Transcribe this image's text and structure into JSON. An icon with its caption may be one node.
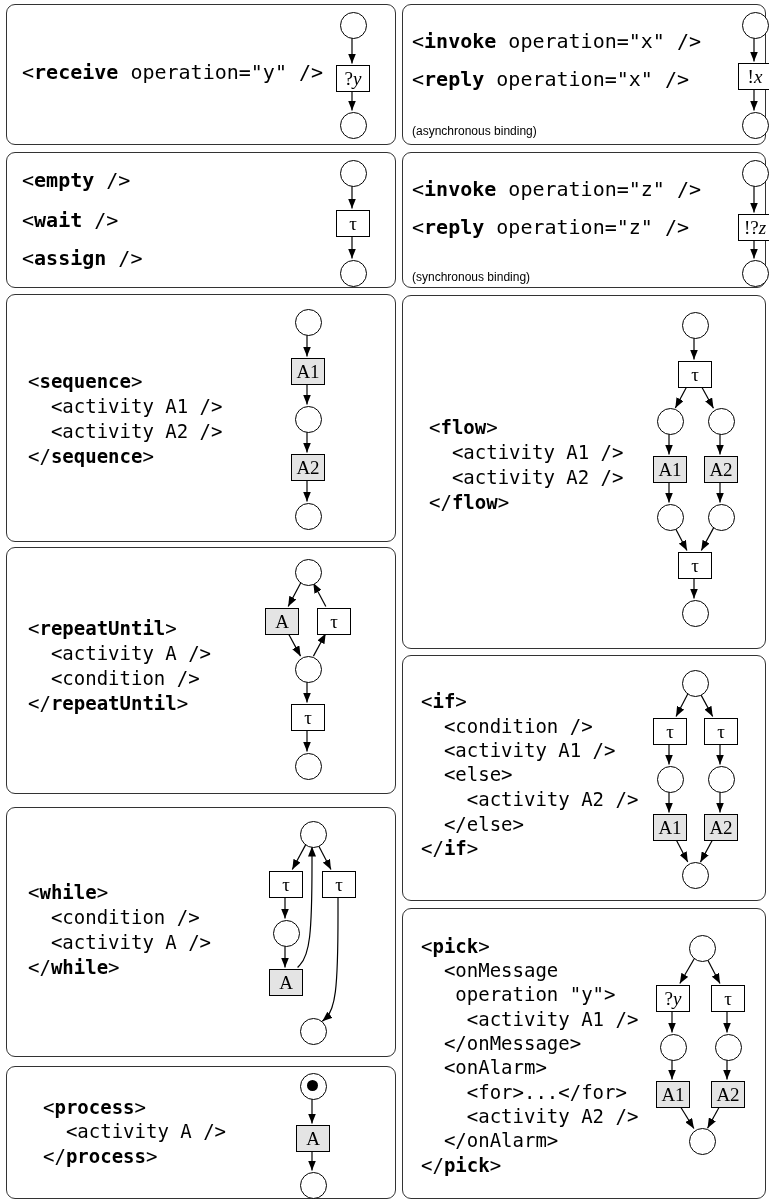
{
  "diagram": {
    "nodes": [
      {
        "text": [
          "<**receive** operation=\"y\" />"
        ]
      },
      {
        "text": [],
        "shape": "circle",
        "in": 0
      },
      {
        "text": [
          "?*y*"
        ],
        "in": 0
      },
      {
        "text": [],
        "shape": "circle",
        "in": 0
      },
      {
        "text": [
          "<**invoke** operation=\"x\" />",
          "<**reply** operation=\"x\" />",
          "(asynchronous binding)"
        ]
      },
      {
        "text": [],
        "shape": "circle",
        "in": 4
      },
      {
        "text": [
          "!*x*"
        ],
        "in": 4
      },
      {
        "text": [],
        "shape": "circle",
        "in": 4
      },
      {
        "text": [
          "<**empty** />",
          "<**wait** />",
          "<**assign** />"
        ]
      },
      {
        "text": [],
        "shape": "circle",
        "in": 8
      },
      {
        "text": [
          "τ"
        ],
        "in": 8
      },
      {
        "text": [],
        "shape": "circle",
        "in": 8
      },
      {
        "text": [
          "<**invoke** operation=\"z\" />",
          "<**reply** operation=\"z\" />",
          "(synchronous binding)"
        ]
      },
      {
        "text": [],
        "shape": "circle",
        "in": 12
      },
      {
        "text": [
          "!?*z*"
        ],
        "in": 12
      },
      {
        "text": [],
        "shape": "circle",
        "in": 12
      },
      {
        "text": [
          "<**sequence**>",
          "  <activity A1 />",
          "  <activity A2 />",
          "</**sequence**>"
        ]
      },
      {
        "text": [],
        "shape": "circle",
        "in": 16
      },
      {
        "text": [
          "A1"
        ],
        "in": 16
      },
      {
        "text": [],
        "shape": "circle",
        "in": 16
      },
      {
        "text": [
          "A2"
        ],
        "in": 16
      },
      {
        "text": [],
        "shape": "circle",
        "in": 16
      },
      {
        "text": [
          "<**flow**>",
          "  <activity A1 />",
          "  <activity A2 />",
          "</**flow**>"
        ]
      },
      {
        "text": [],
        "shape": "circle",
        "in": 22
      },
      {
        "text": [
          "τ"
        ],
        "in": 22
      },
      {
        "text": [],
        "shape": "circle",
        "in": 22
      },
      {
        "text": [],
        "shape": "circle",
        "in": 22
      },
      {
        "text": [
          "A1"
        ],
        "in": 22
      },
      {
        "text": [
          "A2"
        ],
        "in": 22
      },
      {
        "text": [],
        "shape": "circle",
        "in": 22
      },
      {
        "text": [],
        "shape": "circle",
        "in": 22
      },
      {
        "text": [
          "τ"
        ],
        "in": 22
      },
      {
        "text": [],
        "shape": "circle",
        "in": 22
      },
      {
        "text": [
          "<**repeatUntil**>",
          "  <activity A />",
          "  <condition />",
          "</**repeatUntil**>"
        ]
      },
      {
        "text": [],
        "shape": "circle",
        "in": 33
      },
      {
        "text": [
          "A"
        ],
        "in": 33
      },
      {
        "text": [
          "τ"
        ],
        "in": 33
      },
      {
        "text": [],
        "shape": "circle",
        "in": 33
      },
      {
        "text": [
          "τ"
        ],
        "in": 33
      },
      {
        "text": [],
        "shape": "circle",
        "in": 33
      },
      {
        "text": [
          "<**if**>",
          "  <condition />",
          "  <activity A1 />",
          "  <else>",
          "    <activity A2 />",
          "  </else>",
          "</**if**>"
        ]
      },
      {
        "text": [],
        "shape": "circle",
        "in": 40
      },
      {
        "text": [
          "τ"
        ],
        "in": 40
      },
      {
        "text": [
          "τ"
        ],
        "in": 40
      },
      {
        "text": [],
        "shape": "circle",
        "in": 40
      },
      {
        "text": [],
        "shape": "circle",
        "in": 40
      },
      {
        "text": [
          "A1"
        ],
        "in": 40
      },
      {
        "text": [
          "A2"
        ],
        "in": 40
      },
      {
        "text": [],
        "shape": "circle",
        "in": 40
      },
      {
        "text": [
          "<**while**>",
          "  <condition />",
          "  <activity A />",
          "</**while**>"
        ]
      },
      {
        "text": [],
        "shape": "circle",
        "in": 49
      },
      {
        "text": [
          "τ"
        ],
        "in": 49
      },
      {
        "text": [
          "τ"
        ],
        "in": 49
      },
      {
        "text": [],
        "shape": "circle",
        "in": 49
      },
      {
        "text": [
          "A"
        ],
        "in": 49
      },
      {
        "text": [],
        "shape": "circle",
        "in": 49
      },
      {
        "text": [
          "<**pick**>",
          "  <onMessage",
          "   operation \"y\">",
          "    <activity A1 />",
          "  </onMessage>",
          "  <onAlarm>",
          "    <for>...</for>",
          "    <activity A2 />",
          "  </onAlarm>",
          "</**pick**>"
        ]
      },
      {
        "text": [],
        "shape": "circle",
        "in": 56
      },
      {
        "text": [
          "?*y*"
        ],
        "in": 56
      },
      {
        "text": [
          "τ"
        ],
        "in": 56
      },
      {
        "text": [],
        "shape": "circle",
        "in": 56
      },
      {
        "text": [],
        "shape": "circle",
        "in": 56
      },
      {
        "text": [
          "A1"
        ],
        "in": 56
      },
      {
        "text": [
          "A2"
        ],
        "in": 56
      },
      {
        "text": [],
        "shape": "circle",
        "in": 56
      },
      {
        "text": [
          "<**process**>",
          "  <activity A />",
          "</**process**>"
        ]
      },
      {
        "text": [],
        "shape": "circle",
        "in": 65
      },
      {
        "text": [
          "A"
        ],
        "in": 65
      },
      {
        "text": [],
        "shape": "circle",
        "in": 65
      }
    ],
    "edges": [
      {
        "from": 1,
        "to": 2,
        "arrow": "to"
      },
      {
        "from": 2,
        "to": 3,
        "arrow": "to"
      },
      {
        "from": 5,
        "to": 6,
        "arrow": "to"
      },
      {
        "from": 6,
        "to": 7,
        "arrow": "to"
      },
      {
        "from": 9,
        "to": 10,
        "arrow": "to"
      },
      {
        "from": 10,
        "to": 11,
        "arrow": "to"
      },
      {
        "from": 13,
        "to": 14,
        "arrow": "to"
      },
      {
        "from": 14,
        "to": 15,
        "arrow": "to"
      },
      {
        "from": 17,
        "to": 18,
        "arrow": "to"
      },
      {
        "from": 18,
        "to": 19,
        "arrow": "to"
      },
      {
        "from": 19,
        "to": 20,
        "arrow": "to"
      },
      {
        "from": 20,
        "to": 21,
        "arrow": "to"
      },
      {
        "from": 23,
        "to": 24,
        "arrow": "to"
      },
      {
        "from": 24,
        "to": 25,
        "arrow": "to"
      },
      {
        "from": 24,
        "to": 26,
        "arrow": "to"
      },
      {
        "from": 25,
        "to": 27,
        "arrow": "to"
      },
      {
        "from": 26,
        "to": 28,
        "arrow": "to"
      },
      {
        "from": 27,
        "to": 29,
        "arrow": "to"
      },
      {
        "from": 28,
        "to": 30,
        "arrow": "to"
      },
      {
        "from": 29,
        "to": 31,
        "arrow": "to"
      },
      {
        "from": 30,
        "to": 31,
        "arrow": "to"
      },
      {
        "from": 31,
        "to": 32,
        "arrow": "to"
      },
      {
        "from": 34,
        "to": 35,
        "arrow": "to"
      },
      {
        "from": 35,
        "to": 37,
        "arrow": "to"
      },
      {
        "from": 37,
        "to": 36,
        "arrow": "to"
      },
      {
        "from": 36,
        "to": 34,
        "arrow": "to"
      },
      {
        "from": 37,
        "to": 38,
        "arrow": "to"
      },
      {
        "from": 38,
        "to": 39,
        "arrow": "to"
      },
      {
        "from": 41,
        "to": 42,
        "arrow": "to"
      },
      {
        "from": 41,
        "to": 43,
        "arrow": "to"
      },
      {
        "from": 42,
        "to": 44,
        "arrow": "to"
      },
      {
        "from": 43,
        "to": 45,
        "arrow": "to"
      },
      {
        "from": 44,
        "to": 46,
        "arrow": "to"
      },
      {
        "from": 45,
        "to": 47,
        "arrow": "to"
      },
      {
        "from": 46,
        "to": 48,
        "arrow": "to"
      },
      {
        "from": 47,
        "to": 48,
        "arrow": "to"
      },
      {
        "from": 50,
        "to": 51,
        "arrow": "to"
      },
      {
        "from": 51,
        "to": 53,
        "arrow": "to"
      },
      {
        "from": 53,
        "to": 54,
        "arrow": "to"
      },
      {
        "from": 54,
        "to": 50,
        "arrow": "to"
      },
      {
        "from": 50,
        "to": 52,
        "arrow": "to"
      },
      {
        "from": 52,
        "to": 55,
        "arrow": "to"
      },
      {
        "from": 57,
        "to": 58,
        "arrow": "to"
      },
      {
        "from": 57,
        "to": 59,
        "arrow": "to"
      },
      {
        "from": 58,
        "to": 60,
        "arrow": "to"
      },
      {
        "from": 59,
        "to": 61,
        "arrow": "to"
      },
      {
        "from": 60,
        "to": 62,
        "arrow": "to"
      },
      {
        "from": 61,
        "to": 63,
        "arrow": "to"
      },
      {
        "from": 62,
        "to": 64,
        "arrow": "to"
      },
      {
        "from": 63,
        "to": 64,
        "arrow": "to"
      },
      {
        "from": 66,
        "to": 67,
        "arrow": "to"
      },
      {
        "from": 67,
        "to": 68,
        "arrow": "to"
      }
    ]
  }
}
